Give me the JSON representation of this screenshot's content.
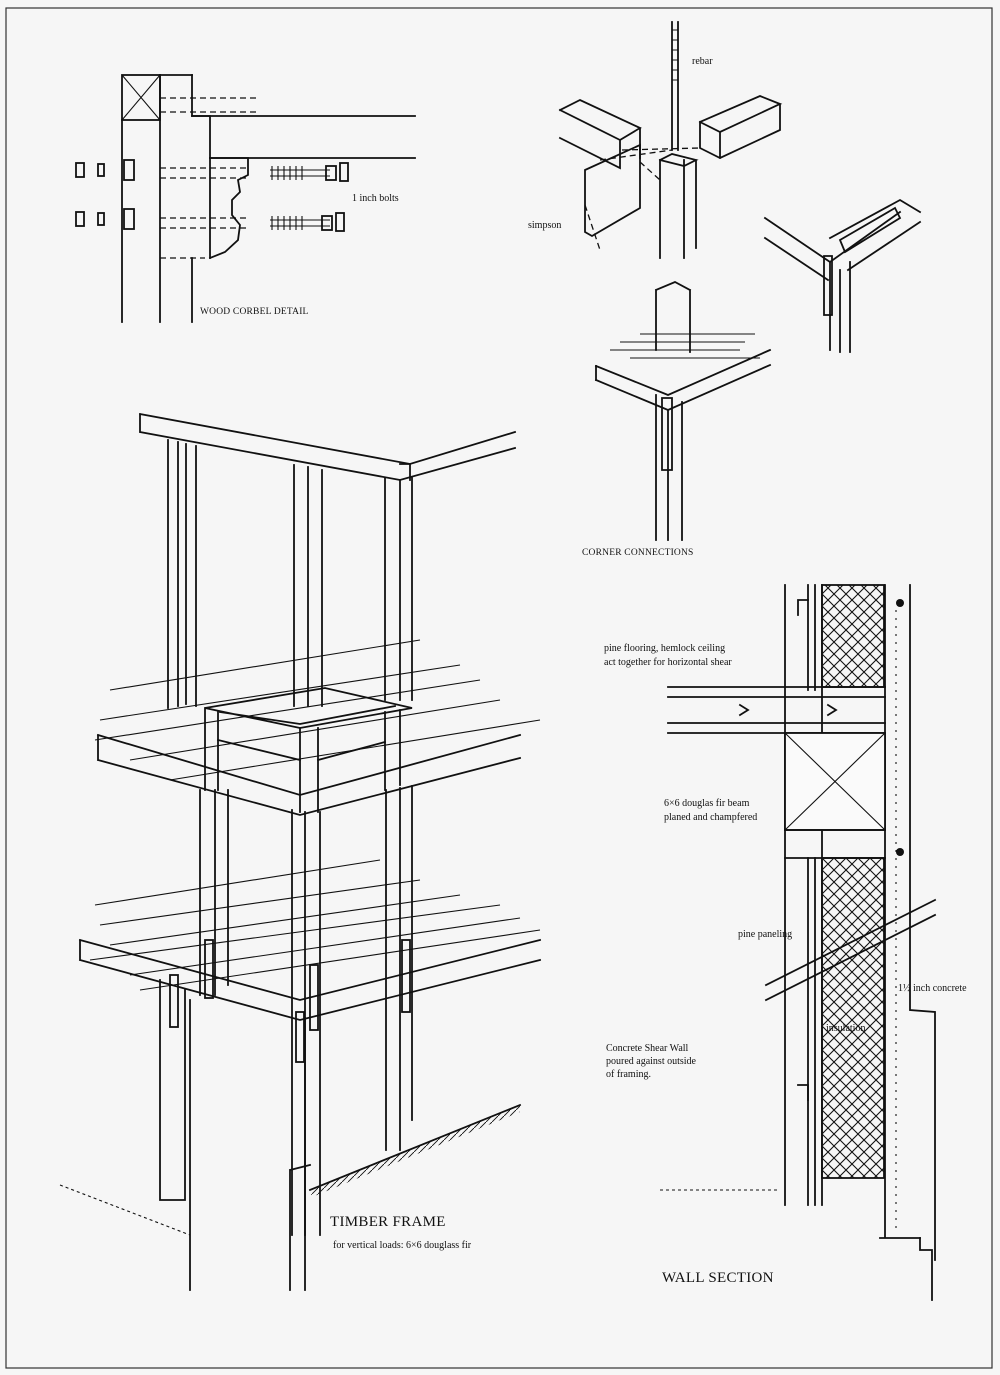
{
  "labels": {
    "rebar": "rebar",
    "simpson": "simpson",
    "one_inch_bolts": "1 inch bolts",
    "wood_corbel_detail": "WOOD CORBEL DETAIL",
    "corner_connections": "CORNER CONNECTIONS",
    "pine_flooring_1": "pine flooring, hemlock ceiling",
    "pine_flooring_2": "act together for horizontal shear",
    "beam_1": "6×6 douglas fir beam",
    "beam_2": "planed and champfered",
    "pine_paneling": "pine paneling",
    "concrete": "1½ inch concrete",
    "insulation": "insulation",
    "shear_1": "Concrete Shear Wall",
    "shear_2": "poured against outside",
    "shear_3": "of framing.",
    "timber_frame": "TIMBER FRAME",
    "timber_sub": "for vertical loads: 6×6 douglass fir",
    "wall_section": "WALL SECTION"
  }
}
